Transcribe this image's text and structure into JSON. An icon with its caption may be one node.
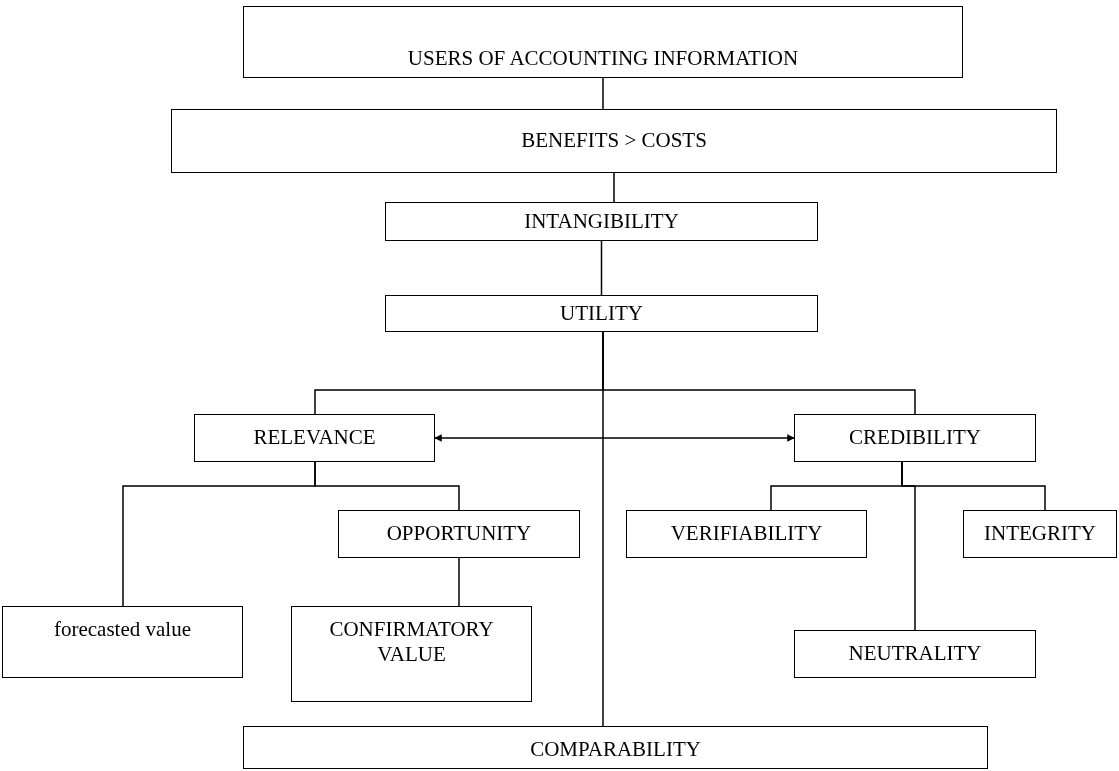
{
  "diagram": {
    "nodes": [
      {
        "text": [
          "USERS OF ACCOUNTING INFORMATION"
        ]
      },
      {
        "text": [
          "BENEFITS > COSTS"
        ]
      },
      {
        "text": [
          "INTANGIBILITY"
        ]
      },
      {
        "text": [
          "UTILITY"
        ]
      },
      {
        "text": [
          "RELEVANCE"
        ]
      },
      {
        "text": [
          "CREDIBILITY"
        ]
      },
      {
        "text": [
          "OPPORTUNITY"
        ]
      },
      {
        "text": [
          "VERIFIABILITY"
        ]
      },
      {
        "text": [
          "INTEGRITY"
        ]
      },
      {
        "text": [
          "forecasted value"
        ]
      },
      {
        "text": [
          "CONFIRMATORY VALUE"
        ]
      },
      {
        "text": [
          "NEUTRALITY"
        ]
      },
      {
        "text": [
          "COMPARABILITY"
        ]
      }
    ],
    "edges": [
      {
        "from": 0,
        "to": 1,
        "arrow": "none"
      },
      {
        "from": 1,
        "to": 2,
        "arrow": "none"
      },
      {
        "from": 2,
        "to": 3,
        "arrow": "none"
      },
      {
        "from": 3,
        "to": 4,
        "arrow": "none"
      },
      {
        "from": 3,
        "to": 5,
        "arrow": "none"
      },
      {
        "from": 3,
        "to": 12,
        "arrow": "none"
      },
      {
        "from": 4,
        "to": 5,
        "arrow": "both"
      },
      {
        "from": 4,
        "to": 9,
        "arrow": "none"
      },
      {
        "from": 4,
        "to": 6,
        "arrow": "none"
      },
      {
        "from": 6,
        "to": 10,
        "arrow": "none"
      },
      {
        "from": 5,
        "to": 7,
        "arrow": "none"
      },
      {
        "from": 5,
        "to": 11,
        "arrow": "none"
      },
      {
        "from": 5,
        "to": 8,
        "arrow": "none"
      }
    ]
  }
}
